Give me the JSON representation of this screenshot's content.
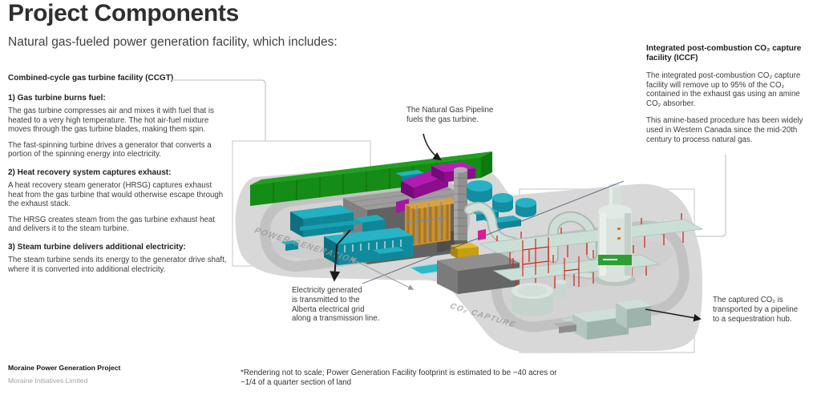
{
  "page": {
    "title": "Project Components",
    "subtitle": "Natural gas-fueled power generation facility, which includes:"
  },
  "ccgt": {
    "header": "Combined-cycle gas turbine facility (CCGT)",
    "sections": [
      {
        "heading": "1) Gas turbine burns fuel:",
        "paragraphs": [
          "The gas turbine compresses air and mixes it with fuel that is heated to a very high temperature. The hot air-fuel mixture moves through the gas turbine blades, making them spin.",
          "The fast-spinning turbine drives a generator that converts a portion of the spinning energy into electricity."
        ]
      },
      {
        "heading": "2) Heat recovery system captures exhaust:",
        "paragraphs": [
          "A heat recovery steam generator (HRSG) captures exhaust heat from the gas turbine that would otherwise escape through the exhaust stack.",
          "The HRSG creates steam from the gas turbine exhaust heat and delivers it to the steam turbine."
        ]
      },
      {
        "heading": "3) Steam turbine delivers additional electricity:",
        "paragraphs": [
          "The steam turbine sends its energy to the generator drive shaft, where it is converted into additional electricity."
        ]
      }
    ]
  },
  "iccf": {
    "header": "Integrated post-combustion CO₂ capture facility (ICCF)",
    "paragraphs": [
      "The integrated post-combustion CO₂ capture facility will remove up to 95% of the CO₂ contained in the exhaust gas using an amine CO₂ absorber.",
      "This amine-based procedure has been widely used in Western Canada since the mid-20th century to process natural gas."
    ]
  },
  "callouts": {
    "gas_pipeline": "The Natural Gas Pipeline\nfuels the gas turbine.",
    "electricity": "Electricity generated\nis transmitted to the\nAlberta electrical grid\nalong a transmission line.",
    "captured_co2": "The captured CO₂ is\ntransported by a pipeline\nto a sequestration hub."
  },
  "diagram": {
    "zone_labels": {
      "power_generation": "POWER GENERATION",
      "co2_capture": "CO₂ CAPTURE"
    }
  },
  "footer": {
    "project": "Moraine Power Generation Project",
    "company": "Moraine Initiatives Limited",
    "footnote": "*Rendering not to scale; Power Generation Facility footprint is estimated to be ~40 acres or ~1/4 of a quarter section of land"
  },
  "colors": {
    "modular_building_green": "#1fa01f",
    "process_teal": "#22b0c2",
    "gas_pipeline_magenta": "#b31ab3",
    "hrsg_orange": "#d8a23f",
    "absorber_band_green": "#2f9e36",
    "pipe_rack_red": "#cf2b1c",
    "annotation_grey": "#c9c9c9",
    "body_text": "#3c3c3c"
  }
}
